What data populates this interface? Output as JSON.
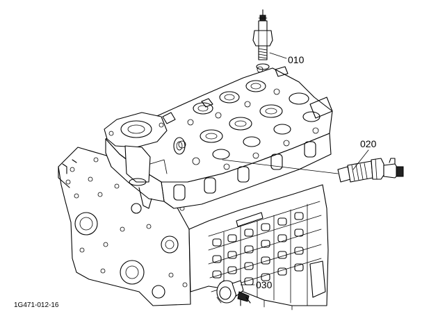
{
  "diagram": {
    "figure_id": "1G471-012-16",
    "callouts": [
      {
        "id": "callout-010",
        "label": "010"
      },
      {
        "id": "callout-020",
        "label": "020"
      },
      {
        "id": "callout-030",
        "label": "030"
      }
    ]
  }
}
